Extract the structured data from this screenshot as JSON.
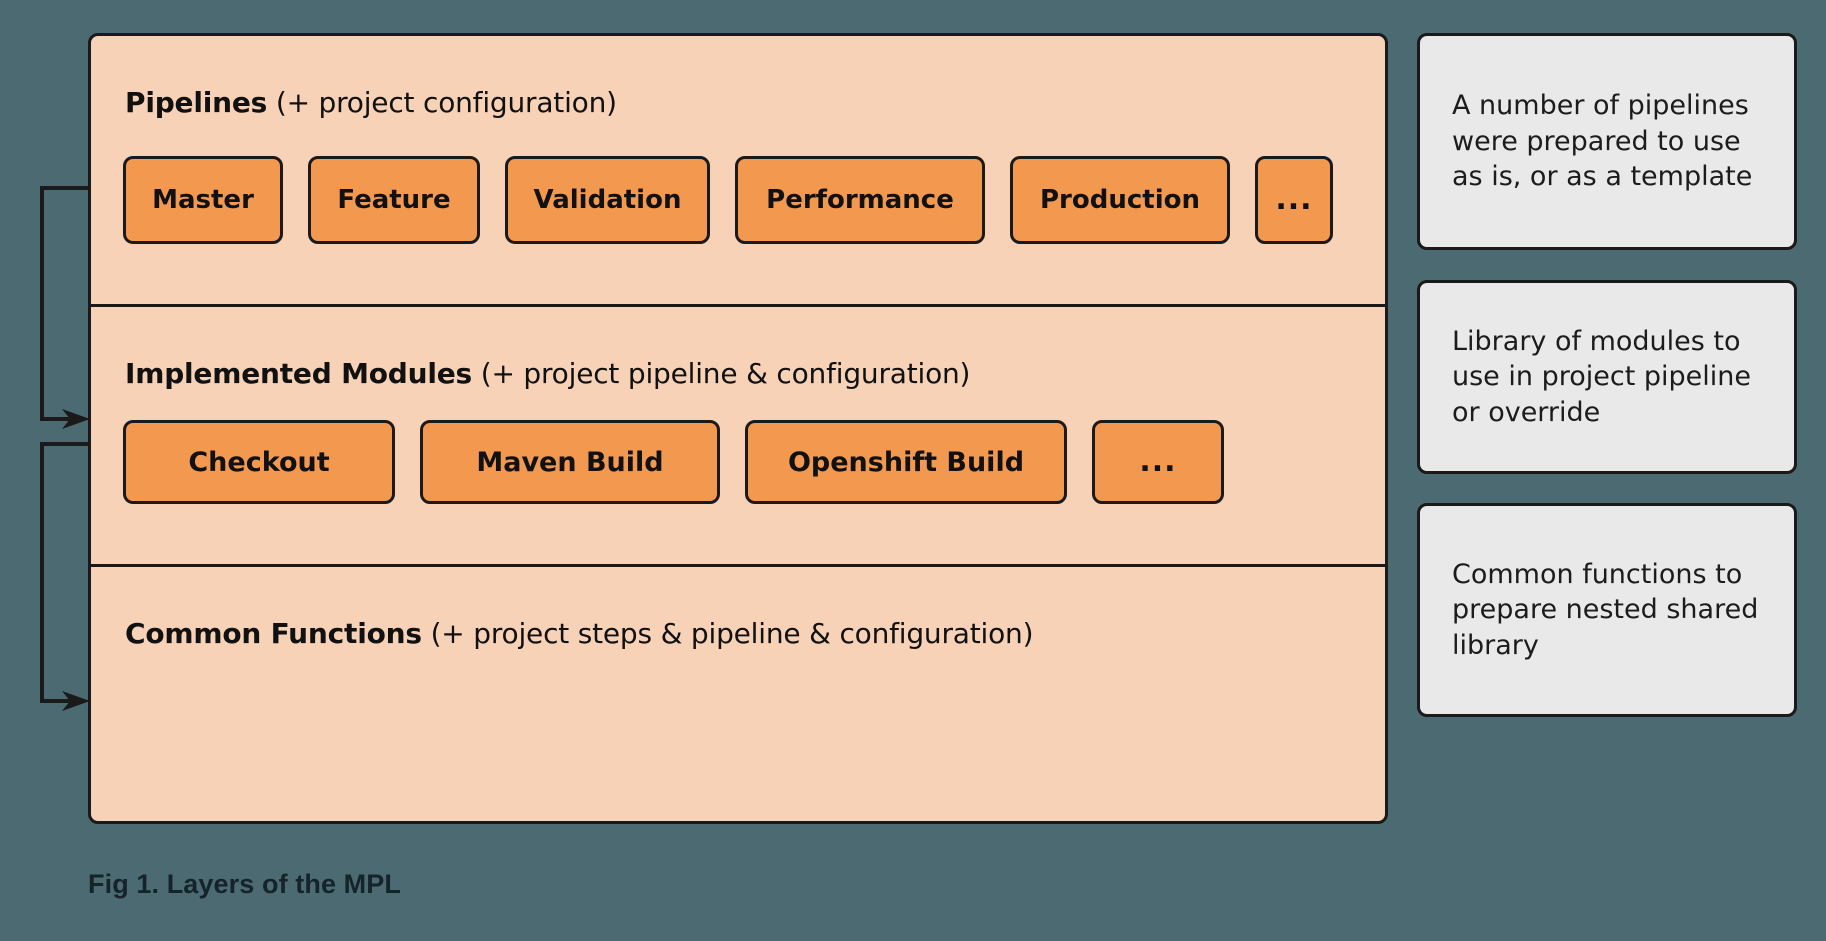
{
  "figure": {
    "caption": "Fig 1. Layers of the MPL",
    "background_color": "#4c6a72",
    "panel_color": "#f8d2b6",
    "chip_color": "#f2984f",
    "callout_color": "#e9e9e9",
    "border_color": "#1a1a1a"
  },
  "layers": [
    {
      "id": "pipelines",
      "title_bold": "Pipelines",
      "title_rest": " (+ project configuration)",
      "chips": [
        {
          "label": "Master"
        },
        {
          "label": "Feature"
        },
        {
          "label": "Validation"
        },
        {
          "label": "Performance"
        },
        {
          "label": "Production"
        },
        {
          "label": "..."
        }
      ]
    },
    {
      "id": "modules",
      "title_bold": "Implemented Modules",
      "title_rest": " (+ project pipeline & configuration)",
      "chips": [
        {
          "label": "Checkout"
        },
        {
          "label": "Maven Build"
        },
        {
          "label": "Openshift Build"
        },
        {
          "label": "..."
        }
      ]
    },
    {
      "id": "common",
      "title_bold": "Common Functions",
      "title_rest": " (+ project steps & pipeline & configuration)",
      "chips": []
    }
  ],
  "callouts": [
    {
      "id": "pipelines-note",
      "text": "A number of pipelines were prepared to use as is, or as a template"
    },
    {
      "id": "modules-note",
      "text": "Library of modules to use in project pipeline or override"
    },
    {
      "id": "common-note",
      "text": "Common functions to prepare nested shared library"
    }
  ],
  "connectors": [
    {
      "id": "pipelines-to-modules",
      "from": "pipelines",
      "to": "modules"
    },
    {
      "id": "modules-to-common",
      "from": "modules",
      "to": "common"
    }
  ]
}
